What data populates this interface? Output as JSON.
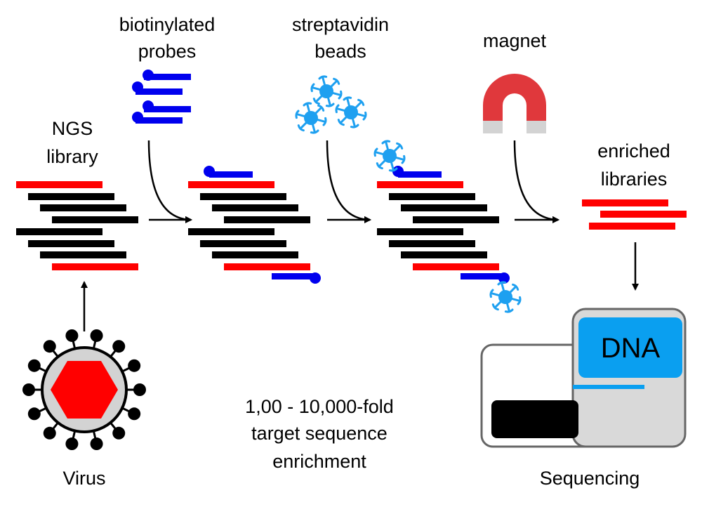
{
  "labels": {
    "biotin_line1": "biotinylated",
    "biotin_line2": "probes",
    "strep_line1": "streptavidin",
    "strep_line2": "beads",
    "magnet": "magnet",
    "ngs_line1": "NGS",
    "ngs_line2": "library",
    "enriched_line1": "enriched",
    "enriched_line2": "libraries",
    "fold_line1": "1,00 - 10,000-fold",
    "fold_line2": "target sequence",
    "fold_line3": "enrichment",
    "virus": "Virus",
    "sequencing": "Sequencing",
    "screen_text": "DNA"
  },
  "colors": {
    "target_strand": "#ff0000",
    "library_strand": "#000000",
    "probe": "#0000ee",
    "bead": "#1ea0f0",
    "magnet_red": "#e0383c",
    "magnet_tip": "#d3d3d3",
    "sequencer_body": "#d9d9d9",
    "sequencer_screen": "#0a9ff0",
    "virus_capsid": "#ff0000"
  }
}
